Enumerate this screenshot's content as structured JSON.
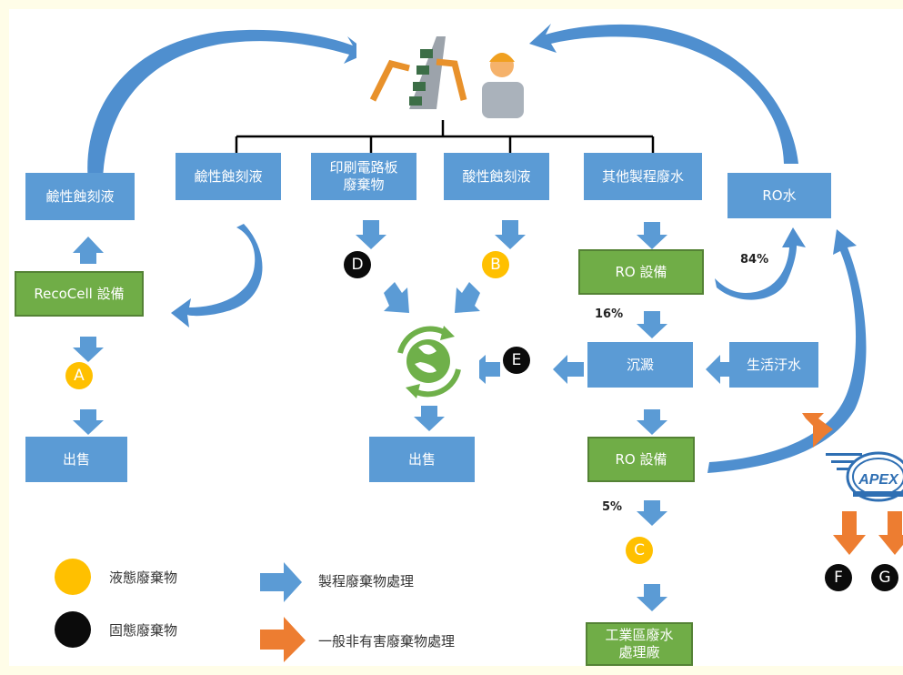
{
  "boxes": {
    "alkaline_etch_left": "鹼性蝕刻液",
    "recocell": "RecoCell 設備",
    "sold_left": "出售",
    "alkaline_etch_top": "鹼性蝕刻液",
    "pcb_waste": "印刷電路板\n廢棄物",
    "acid_etch": "酸性蝕刻液",
    "other_wastewater": "其他製程廢水",
    "ro_water": "RO水",
    "ro_unit_1": "RO 設備",
    "sediment": "沉澱",
    "domestic_sewage": "生活汙水",
    "ro_unit_2": "RO 設備",
    "sold_center": "出售",
    "industrial_plant": "工業區廢水\n處理廠"
  },
  "markers": {
    "A": "A",
    "B": "B",
    "C": "C",
    "D": "D",
    "E": "E",
    "F": "F",
    "G": "G"
  },
  "percentages": {
    "p84": "84%",
    "p16": "16%",
    "p5": "5%"
  },
  "logo": {
    "apex": "APEX"
  },
  "legend": {
    "liquid_waste": "液態廢棄物",
    "solid_waste": "固態廢棄物",
    "process_treatment": "製程廢棄物處理",
    "general_treatment": "一般非有害廢棄物處理"
  },
  "colors": {
    "blue_box": "#5b9bd5",
    "green_box": "#70ad47",
    "liquid_marker": "#ffc000",
    "solid_marker": "#0b0b0b",
    "orange_arrow": "#ed7d31"
  }
}
